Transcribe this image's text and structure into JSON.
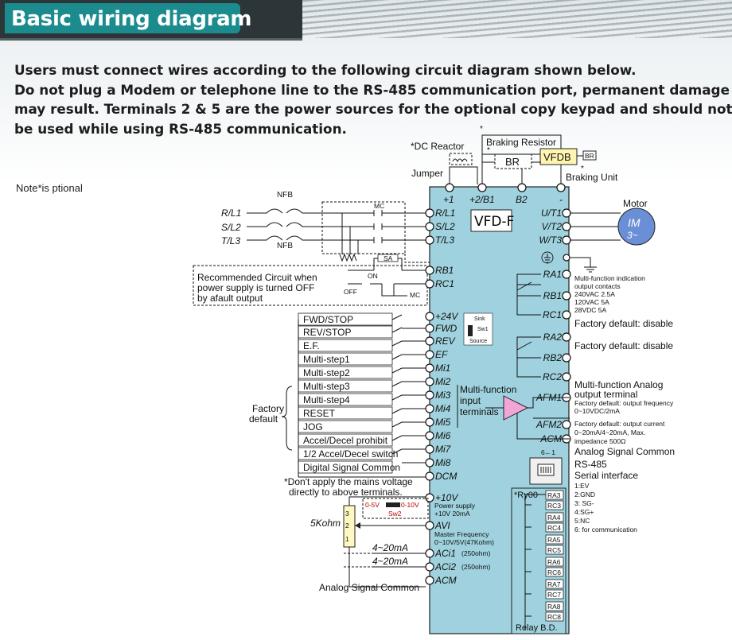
{
  "header": {
    "title": "Basic wiring diagram"
  },
  "intro": [
    "Users must connect wires according to the following circuit diagram shown below.",
    "Do not plug a Modem or telephone line to the RS-485 communication port, permanent damage",
    "may result. Terminals 2 & 5 are the power sources for the optional copy keypad and should not",
    "be used while using RS-485 communication."
  ],
  "note": "Note*is ptional",
  "top": {
    "dc_reactor": "*DC Reactor",
    "jumper": "Jumper",
    "braking_resistor": "Braking Resistor",
    "br": "BR",
    "vfdb": "VFDB",
    "br_small": "BR",
    "braking_unit": "Braking Unit",
    "motor": "Motor",
    "im": "IM",
    "im_phase": "3~",
    "stars": [
      "*",
      "*",
      "*"
    ]
  },
  "model": "VFD-F",
  "power": {
    "nfb_top": "NFB",
    "nfb_bottom": "NFB",
    "mc": "MC",
    "sa": "SA",
    "on": "ON",
    "off": "OFF",
    "mc2": "MC",
    "inputs": [
      "R/L1",
      "S/L2",
      "T/L3"
    ],
    "recommended": [
      "Recommended Circuit when",
      "power supply is turned OFF",
      "by afault output"
    ]
  },
  "terminals_top": [
    "+1",
    "+2/B1",
    "B2",
    "-"
  ],
  "terminals_left": [
    "R/L1",
    "S/L2",
    "T/L3",
    "RB1",
    "RC1",
    "+24V",
    "FWD",
    "REV",
    "EF",
    "Mi1",
    "Mi2",
    "Mi3",
    "Mi4",
    "Mi5",
    "Mi6",
    "Mi7",
    "Mi8",
    "DCM",
    "+10V",
    "AVI",
    "ACi1",
    "ACi2",
    "ACM"
  ],
  "terminals_left_notes": {
    "power_supply": [
      "Power supply",
      "+10V 20mA"
    ],
    "master_freq": [
      "Master Frequency",
      "0~10V/5V(47Kohm)"
    ],
    "aci1": "(250ohm)",
    "aci2": "(250ohm)"
  },
  "terminals_right": [
    "U/T1",
    "V/T2",
    "W/T3",
    "RA1",
    "RB1",
    "RC1",
    "RA2",
    "RB2",
    "RC2",
    "AFM1",
    "AFM2",
    "ACM"
  ],
  "switches": {
    "sink": "Sink",
    "sw1": "Sw1",
    "source": "Source",
    "sw2_left": "0-5V",
    "sw2_right": "0-10V",
    "sw2": "Sw2"
  },
  "inputs": [
    "FWD/STOP",
    "REV/STOP",
    "E.F.",
    "Multi-step1",
    "Multi-step2",
    "Multi-step3",
    "Multi-step4",
    "RESET",
    "JOG",
    "Accel/Decel prohibit",
    "1/2 Accel/Decel switch",
    "Digital Signal Common"
  ],
  "factory_default": [
    "Factory",
    "default"
  ],
  "warning": [
    "*Don't apply the mains voltage",
    "directly to above terminals."
  ],
  "pot": {
    "value": "5Kohm",
    "marks": [
      "3",
      "2",
      "1"
    ]
  },
  "current_inputs": [
    "4~20mA",
    "4~20mA"
  ],
  "analog_common_left": "Analog Signal Common",
  "multi_function_input": [
    "Multi-function",
    "input",
    "terminals"
  ],
  "right_notes": {
    "relay1": [
      "Multi-function indication",
      "output contacts",
      "240VAC 2.5A",
      "120VAC 5A",
      "28VDC 5A"
    ],
    "factory_disable_1": "Factory default: disable",
    "factory_disable_2": "Factory default: disable",
    "analog_out": [
      "Multi-function Analog",
      "output terminal"
    ],
    "afm1_default": [
      "Factory default: output frequency",
      "0~10VDC/2mA"
    ],
    "afm2_default": [
      "Factory default: output current",
      "0~20mA/4~20mA, Max.",
      "impedance 500Ω"
    ],
    "analog_common": "Analog Signal Common",
    "rs485": [
      "RS-485",
      "Serial interface"
    ],
    "pins": [
      "1:EV",
      "2:GND",
      "3: SG-",
      "4:SG+",
      "5:NC",
      "6: for communication"
    ],
    "rj_label": "6←1"
  },
  "relay_bd": {
    "title": "*Ry00",
    "terminals": [
      "RA3",
      "RC3",
      "RA4",
      "RC4",
      "RA5",
      "RC5",
      "RA6",
      "RC6",
      "RA7",
      "RC7",
      "RA8",
      "RC8"
    ],
    "footer": "Relay B.D."
  }
}
